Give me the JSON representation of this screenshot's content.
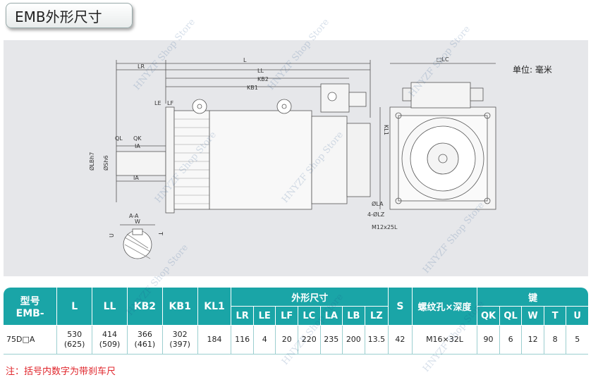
{
  "title": "EMB外形尺寸",
  "unit_label": "单位: 毫米",
  "drawing_labels": {
    "L": "L",
    "LR": "LR",
    "LL": "LL",
    "KB2": "KB2",
    "KB1": "KB1",
    "LE": "LE",
    "LF": "LF",
    "QL": "QL",
    "QK": "QK",
    "IA1": "IA",
    "IA2": "IA",
    "LBh7": "ØLBh7",
    "Sh6": "ØSh6",
    "KL1": "KL1",
    "LC": "□LC",
    "LA": "ØLA",
    "LZ": "4-ØLZ",
    "M12": "M12x25L",
    "AA": "A-A",
    "W": "W",
    "U": "U",
    "T": "T"
  },
  "table": {
    "col_model": "型号\nEMB-",
    "col_L": "L",
    "col_LL": "LL",
    "col_KB2": "KB2",
    "col_KB1": "KB1",
    "col_KL1": "KL1",
    "group_outline": "外形尺寸",
    "outline_cols": [
      "LR",
      "LE",
      "LF",
      "LC",
      "LA",
      "LB",
      "LZ"
    ],
    "col_S": "S",
    "col_thread": "螺纹孔×深度",
    "group_key": "键",
    "key_cols": [
      "QK",
      "QL",
      "W",
      "T",
      "U"
    ],
    "row": {
      "model": "75D□A",
      "L": "530\n(625)",
      "LL": "414\n(509)",
      "KB2": "366\n(461)",
      "KB1": "302\n(397)",
      "KL1": "184",
      "outline": [
        "116",
        "4",
        "20",
        "220",
        "235",
        "200",
        "13.5"
      ],
      "S": "42",
      "thread": "M16×32L",
      "key": [
        "90",
        "6",
        "12",
        "8",
        "5"
      ]
    }
  },
  "footnote": "注：括号内数字为带刹车尺",
  "watermark": "HNYZF Shop Store"
}
